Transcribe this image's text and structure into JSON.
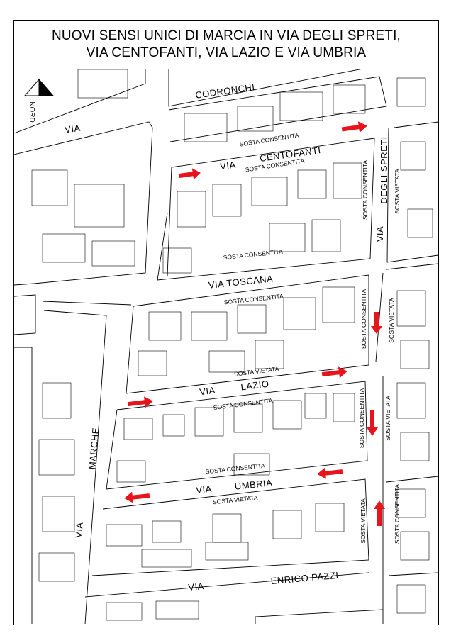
{
  "title": {
    "line1": "NUOVI SENSI UNICI DI MARCIA IN VIA DEGLI SPRETI,",
    "line2": "VIA CENTOFANTI, VIA LAZIO E VIA UMBRIA"
  },
  "north": {
    "label": "NORD"
  },
  "colors": {
    "arrow": "#e8141c",
    "line": "#000000",
    "background": "#ffffff"
  },
  "streets": {
    "codronchi": "CODRONCHI",
    "via_left_top": "VIA",
    "centofanti_via": "VIA",
    "centofanti_name": "CENTOFANTI",
    "spreti_via": "VIA",
    "spreti_name": "DEGLI SPRETI",
    "toscana": "VIA TOSCANA",
    "lazio_via": "VIA",
    "lazio_name": "LAZIO",
    "marche_name": "MARCHE",
    "marche_via": "VIA",
    "umbria_via": "VIA",
    "umbria_name": "UMBRIA",
    "pazzi_via": "VIA",
    "pazzi_name": "ENRICO PAZZI"
  },
  "parking": {
    "centofanti_north": "SOSTA CONSENTITA",
    "centofanti_south": "SOSTA CONSENTITA",
    "spreti_west": "SOSTA CONSENTITA",
    "spreti_east": "SOSTA VIETATA",
    "toscana_north": "SOSTA CONSENTITA",
    "toscana_south": "SOSTA CONSENTITA",
    "spreti_lower_west": "SOSTA CONSENTITA",
    "spreti_lower_east": "SOSTA VIETATA",
    "lazio_north": "SOSTA VIETATA",
    "lazio_south": "SOSTA CONSENTITA",
    "spreti_mid_west": "SOSTA CONSENTITA",
    "spreti_mid_east": "SOSTA VIETATA",
    "umbria_north": "SOSTA CONSENTITA",
    "umbria_south": "SOSTA VIETATA",
    "spreti_bottom_west": "SOSTA VIETATA",
    "spreti_bottom_east": "SOSTA CONSENTITA"
  }
}
